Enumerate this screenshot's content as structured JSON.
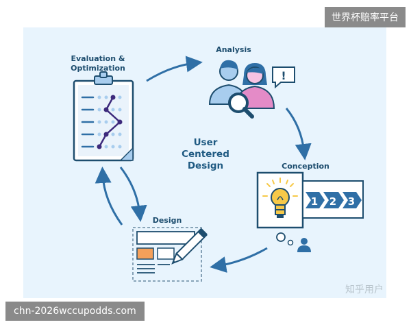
{
  "top_badge": "世界杯赔率平台",
  "bottom_badge": "chn-2026wccupodds.com",
  "watermark": "知乎用户",
  "center": {
    "line1": "User",
    "line2": "Centered",
    "line3": "Design"
  },
  "stages": {
    "evaluation": {
      "line1": "Evaluation &",
      "line2": "Optimization"
    },
    "analysis": "Analysis",
    "conception": "Conception",
    "design": "Design"
  },
  "steps": [
    "1",
    "2",
    "3"
  ],
  "alert": "!",
  "colors": {
    "panel": "#e8f4fd",
    "accent_blue": "#2f6fa6",
    "dark_navy": "#1d4d6e",
    "purple": "#3d2a7c",
    "pink": "#e48bc7",
    "light_blue": "#a8cdee",
    "orange": "#f5a05a",
    "yellow": "#f7c948"
  }
}
